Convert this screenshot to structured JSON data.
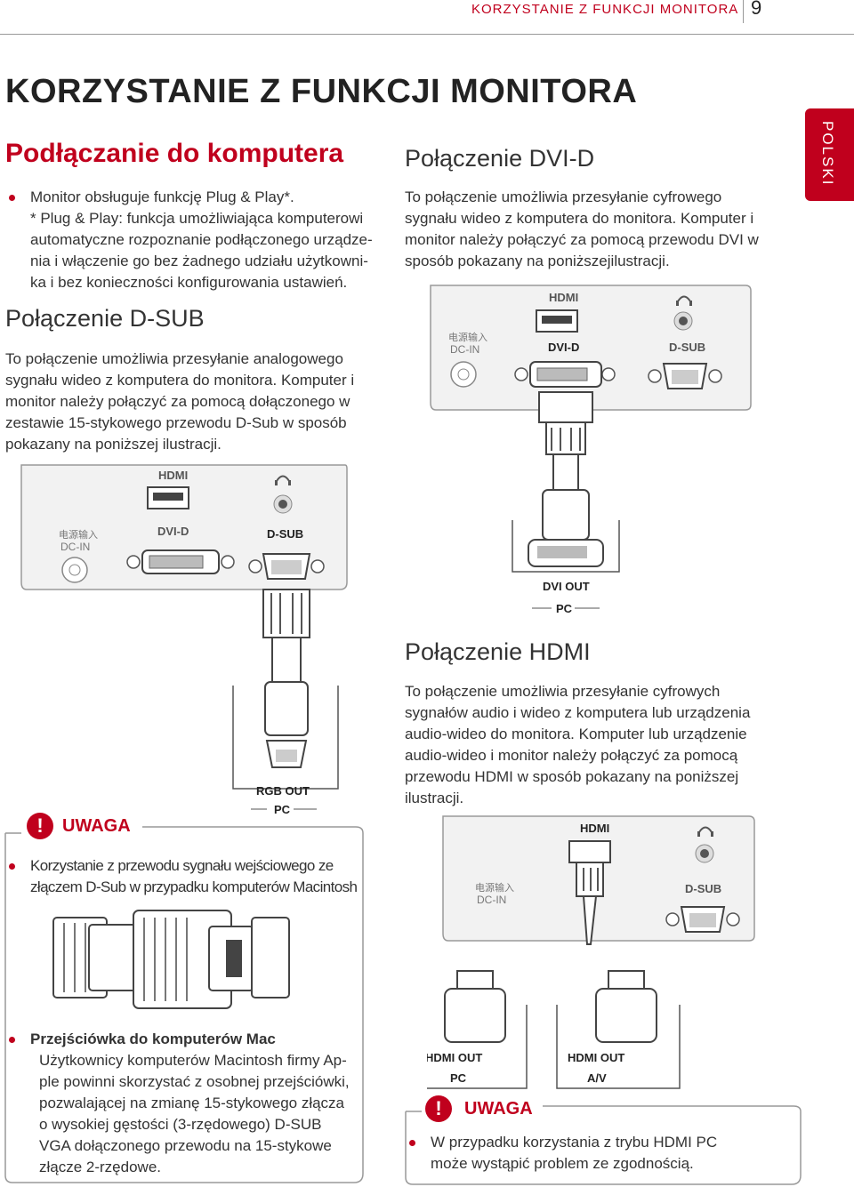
{
  "header": {
    "running_title": "KORZYSTANIE Z FUNKCJI MONITORA",
    "page_number": "9"
  },
  "page_title": "KORZYSTANIE Z FUNKCJI MONITORA",
  "language_tab": "POLSKI",
  "pc_section": {
    "heading": "Podłączanie do komputera",
    "bullet_1": "Monitor obsługuje funkcję Plug & Play*.",
    "bullet_2_lines": [
      "* Plug & Play: funkcja umożliwiająca komputerowi",
      "automatyczne rozpoznanie podłączonego urządze-",
      "nia i włączenie go bez żadnego udziału użytkowni-",
      "ka i bez konieczności konfigurowania ustawień."
    ]
  },
  "dsub_section": {
    "heading": "Połączenie D-SUB",
    "text_lines": [
      "To połączenie umożliwia przesyłanie analogowego",
      "sygnału wideo z komputera do monitora. Komputer i",
      "monitor należy połączyć za pomocą dołączonego w",
      "zestawie 15-stykowego przewodu D-Sub w sposób",
      "pokazany na poniższej ilustracji."
    ]
  },
  "dvi_section": {
    "heading": "Połączenie DVI-D",
    "text_lines": [
      "To połączenie umożliwia przesyłanie cyfrowego",
      "sygnału wideo z komputera do monitora. Komputer i",
      "monitor należy połączyć za pomocą przewodu DVI w",
      "sposób pokazany na poniższejilustracji."
    ]
  },
  "hdmi_section": {
    "heading": "Połączenie HDMI",
    "text_lines": [
      "To połączenie umożliwia przesyłanie cyfrowych",
      "sygnałów audio i wideo z komputera lub urządzenia",
      "audio-wideo do monitora. Komputer lub urządzenie",
      "audio-wideo i monitor należy połączyć za pomocą",
      "przewodu HDMI w sposób pokazany na poniższej",
      "ilustracji."
    ]
  },
  "port_labels": {
    "hdmi": "HDMI",
    "dvi_d": "DVI-D",
    "d_sub": "D-SUB",
    "dc_in_cn": "电源输入",
    "dc_in": "DC-IN",
    "dvi_out": "DVI OUT",
    "rgb_out": "RGB OUT",
    "hdmi_out": "HDMI OUT",
    "pc": "PC",
    "av": "A/V"
  },
  "note_left": {
    "title": "UWAGA",
    "bullet_lines": [
      "Korzystanie z przewodu sygnału wejściowego ze",
      "złączem D-Sub w przypadku komputerów Macintosh"
    ],
    "adapter_title": "Przejściówka do komputerów Mac",
    "adapter_lines": [
      "Użytkownicy komputerów Macintosh firmy Ap-",
      "ple powinni skorzystać z osobnej przejściówki,",
      "pozwalającej na zmianę 15-stykowego złącza",
      "o wysokiej gęstości (3-rzędowego) D-SUB",
      "VGA dołączonego przewodu na 15-stykowe",
      "złącze 2-rzędowe."
    ]
  },
  "note_right": {
    "title": "UWAGA",
    "bullet_lines": [
      "W przypadku korzystania z trybu HDMI PC",
      "może wystąpić problem ze zgodnością."
    ]
  },
  "colors": {
    "accent": "#c0001d",
    "text": "#333333"
  }
}
